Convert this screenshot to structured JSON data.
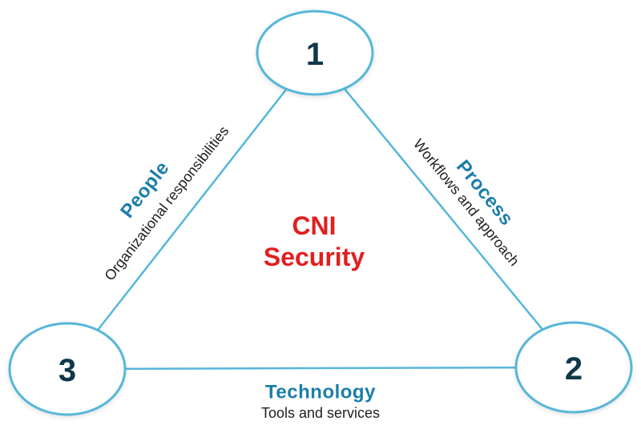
{
  "diagram_title": "CNI Security triangle diagram",
  "center": {
    "line1": "CNI",
    "line2": "Security"
  },
  "nodes": [
    {
      "number": "1",
      "position": "top"
    },
    {
      "number": "2",
      "position": "bottom-right"
    },
    {
      "number": "3",
      "position": "bottom-left"
    }
  ],
  "edges": [
    {
      "side": "left",
      "title": "People",
      "subtitle": "Organizational responsibilities"
    },
    {
      "side": "right",
      "title": "Process",
      "subtitle": "Workflows and approach"
    },
    {
      "side": "bottom",
      "title": "Technology",
      "subtitle": "Tools and services"
    }
  ],
  "colors": {
    "line_blue": "#56b7d9",
    "node_number_navy": "#11374a",
    "edge_title_teal": "#1b7ea9",
    "edge_subtitle_black": "#1f1f1f",
    "center_red": "#e0201f",
    "background": "#ffffff"
  }
}
